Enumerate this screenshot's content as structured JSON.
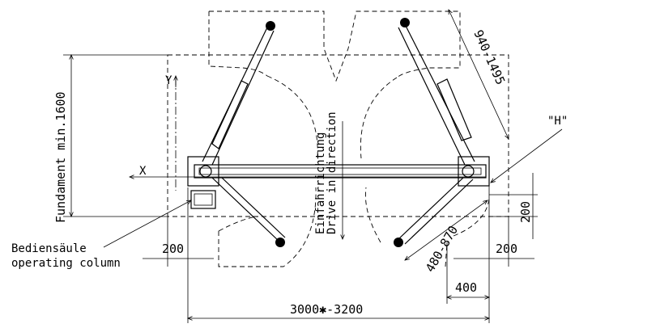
{
  "drawing": {
    "labels": {
      "foundation": "Fundament min.1600",
      "y_axis": "Y",
      "x_axis": "X",
      "drive_in_de": "Einfahrrichtung",
      "drive_in_en": "Drive in direction",
      "point_h": "\"H\"",
      "operating_column_de": "Bediensäule",
      "operating_column_en": "operating column"
    },
    "dimensions": {
      "arm_long": "940-1495",
      "arm_short": "480-870",
      "left_offset": "200",
      "right_offset": "200",
      "vertical_offset": "200",
      "column_depth": "400",
      "total_width": "3000✱-3200"
    }
  }
}
